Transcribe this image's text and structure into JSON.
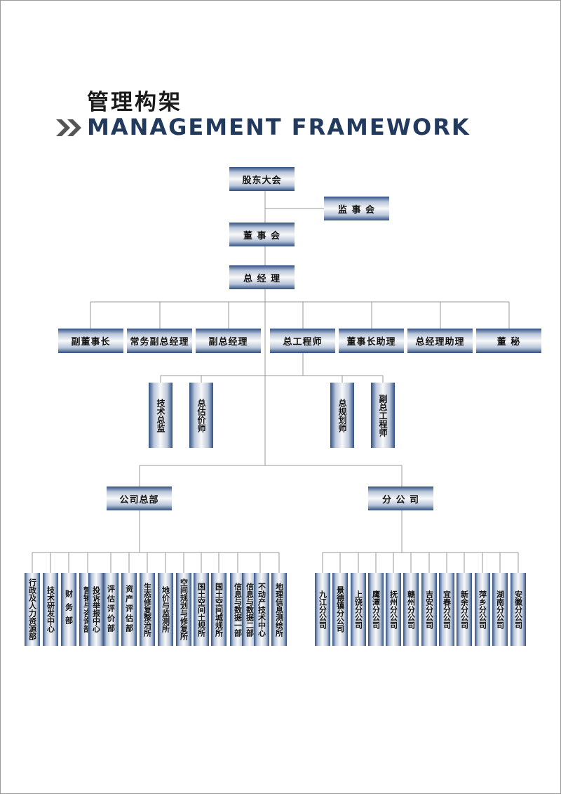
{
  "title_cn": "管理构架",
  "title_en": "MANAGEMENT FRAMEWORK",
  "colors": {
    "accent": "#223a5e",
    "box_dark": "#2f4f82",
    "line": "#999999"
  },
  "top": {
    "shareholders": "股东大会",
    "supervisors": "监 事 会",
    "board": "董 事 会",
    "gm": "总 经 理"
  },
  "executives": [
    "副董事长",
    "常务副总经理",
    "副总经理",
    "总工程师",
    "董事长助理",
    "总经理助理",
    "董  秘"
  ],
  "chief_staff": [
    "技术总监",
    "总估价师",
    "总规划师",
    "副总工程师"
  ],
  "divisions": {
    "hq": "公司总部",
    "branches": "分 公 司"
  },
  "departments": [
    "行政及人力资源部",
    "技术研发中心",
    "财务部",
    "营销与咨询部",
    "投诉举报中心",
    "评估评价部",
    "资产评估部",
    "生态修复整治所",
    "地价与监测所",
    "空间规划与修复所",
    "国土空间土规所",
    "国土空间城规所",
    "信息与数据一部",
    "信息与数据二部",
    "不动产技术中心",
    "地理信息测绘所"
  ],
  "branch_offices": [
    "九江分公司",
    "景德镇分公司",
    "上饶分公司",
    "鹰潭分公司",
    "抚州分公司",
    "赣州分公司",
    "吉安分公司",
    "宜春分公司",
    "新余分公司",
    "萍乡分公司",
    "湖南分公司",
    "安徽分公司"
  ]
}
